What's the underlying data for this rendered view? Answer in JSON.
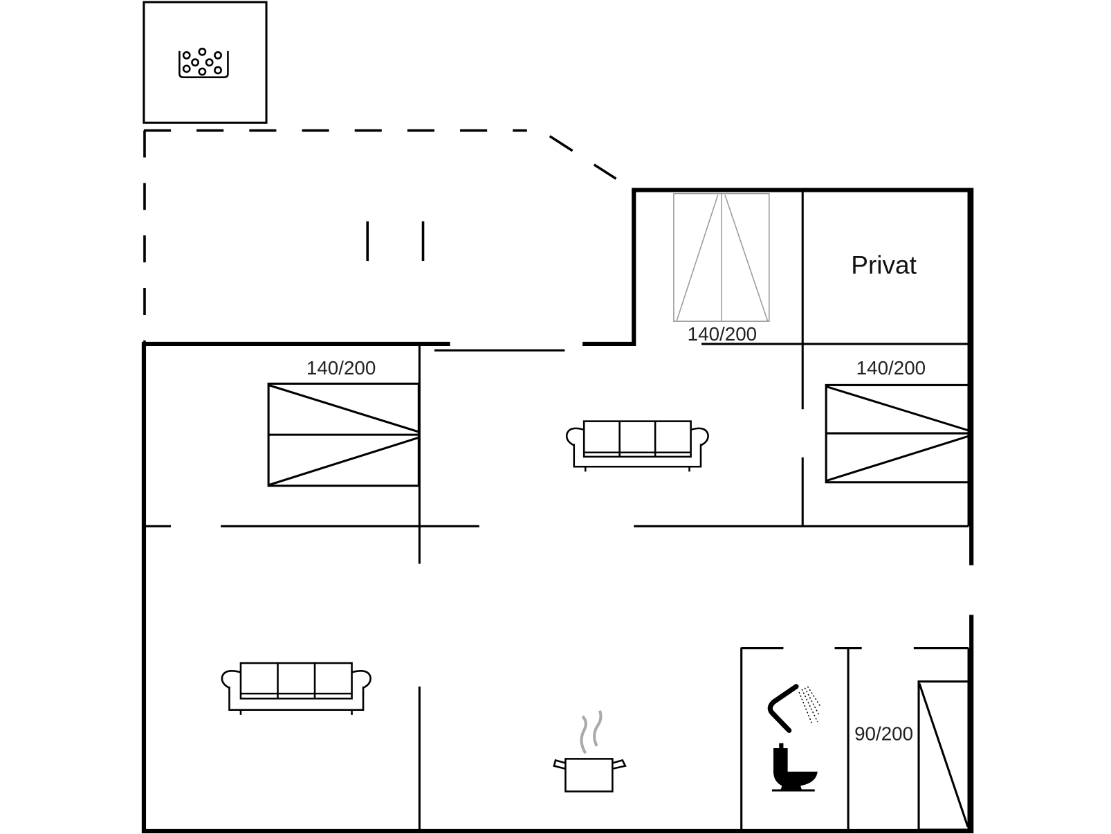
{
  "plan": {
    "bed_labels": [
      "140/200",
      "140/200",
      "140/200",
      "90/200"
    ],
    "room_label": "Privat"
  },
  "colors": {
    "wall": "#000000",
    "fixture_gray": "#9a9a9a",
    "background": "#ffffff"
  },
  "icons": [
    "hot-tub-icon",
    "sofa-icon",
    "sofa-icon",
    "cooking-pot-icon",
    "shower-icon",
    "toilet-icon",
    "bed-icon"
  ]
}
